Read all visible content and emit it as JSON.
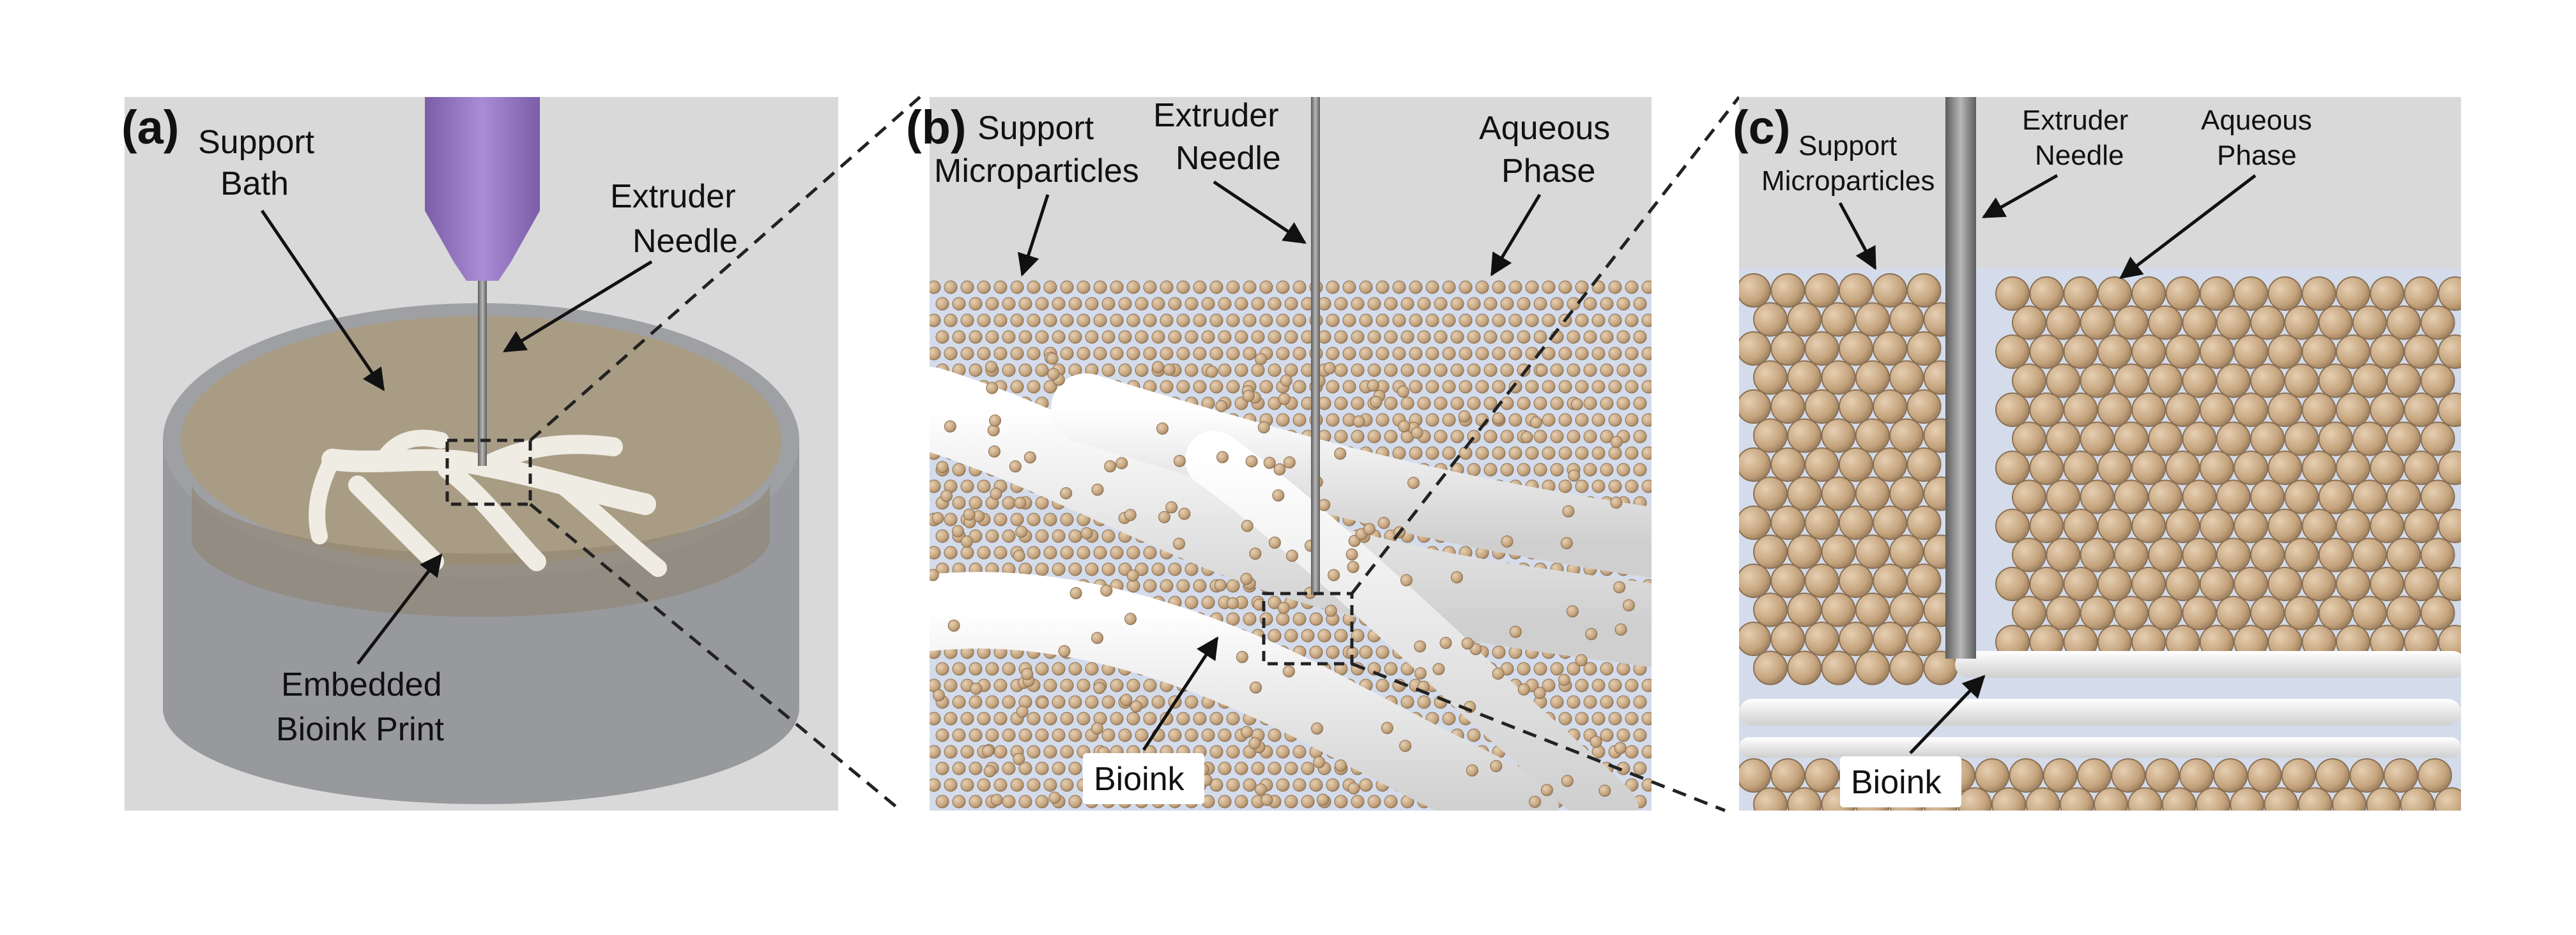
{
  "panels": [
    {
      "letter": "(a)",
      "labels": {
        "support_bath": [
          "Support",
          "Bath"
        ],
        "extruder_needle": [
          "Extruder",
          "Needle"
        ],
        "embedded_print": [
          "Embedded",
          "Bioink Print"
        ]
      }
    },
    {
      "letter": "(b)",
      "labels": {
        "support_microparticles": [
          "Support",
          "Microparticles"
        ],
        "extruder_needle": [
          "Extruder",
          "Needle"
        ],
        "aqueous_phase": [
          "Aqueous",
          "Phase"
        ],
        "bioink": "Bioink"
      }
    },
    {
      "letter": "(c)",
      "labels": {
        "support_microparticles": [
          "Support",
          "Microparticles"
        ],
        "extruder_needle": [
          "Extruder",
          "Needle"
        ],
        "aqueous_phase": [
          "Aqueous",
          "Phase"
        ],
        "bioink": "Bioink"
      }
    }
  ],
  "colors": {
    "background_panel": "#d9d9d9",
    "support_bath": "#a99c84",
    "container": "#8f9196",
    "needle_hub": "#9b7cc6",
    "bioink": "#f2f0ea",
    "microparticle": "#c8a985",
    "aqueous": "#d4dceb"
  }
}
